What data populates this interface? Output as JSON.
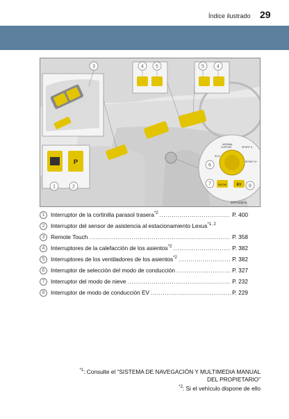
{
  "header": {
    "section_title": "Índice ilustrado",
    "page_number": "29",
    "band_color": "#5b7f9c"
  },
  "illustration": {
    "image_code": "INPC0367a",
    "callout_labels": [
      "1",
      "2",
      "3",
      "4",
      "5",
      "5",
      "4",
      "6",
      "7",
      "8"
    ],
    "dial_labels": {
      "normal": "NORMAL",
      "custom": "CUSTOM",
      "eco": "ECO",
      "sport_s": "SPORT S",
      "sport_s_plus": "SPORT S+",
      "snow": "SNOW",
      "ev": "EV"
    },
    "highlight_color": "#e3c400"
  },
  "items": [
    {
      "num": "1",
      "label": "Interruptor de la cortinilla parasol trasera",
      "sup": "*2",
      "page": "P. 400"
    },
    {
      "num": "2",
      "label": "Interruptor del sensor de asistencia al estacionamiento Lexus",
      "sup": "*1, 2",
      "page": ""
    },
    {
      "num": "3",
      "label": "Remote Touch",
      "sup": "",
      "page": "P. 358"
    },
    {
      "num": "4",
      "label": "Interruptores de la calefacción de los asientos",
      "sup": "*2",
      "page": "P. 382"
    },
    {
      "num": "5",
      "label": "Interruptores de los ventiladores de los asientos",
      "sup": "*2",
      "page": "P. 382"
    },
    {
      "num": "6",
      "label": "Interruptor de selección del modo de conducción",
      "sup": "",
      "page": "P. 327"
    },
    {
      "num": "7",
      "label": "Interruptor del modo de nieve",
      "sup": "",
      "page": "P. 232"
    },
    {
      "num": "8",
      "label": "Interruptor de modo de conducción EV",
      "sup": "",
      "page": "P. 229"
    }
  ],
  "footnotes": {
    "fn1_marker": "*1",
    "fn1_line1": ": Consulte el “SISTEMA DE NAVEGACIÓN Y MULTIMEDIA MANUAL",
    "fn1_line2": "DEL PROPIETARIO”",
    "fn2_marker": "*2",
    "fn2_text": ": Si el vehículo dispone de ello"
  }
}
